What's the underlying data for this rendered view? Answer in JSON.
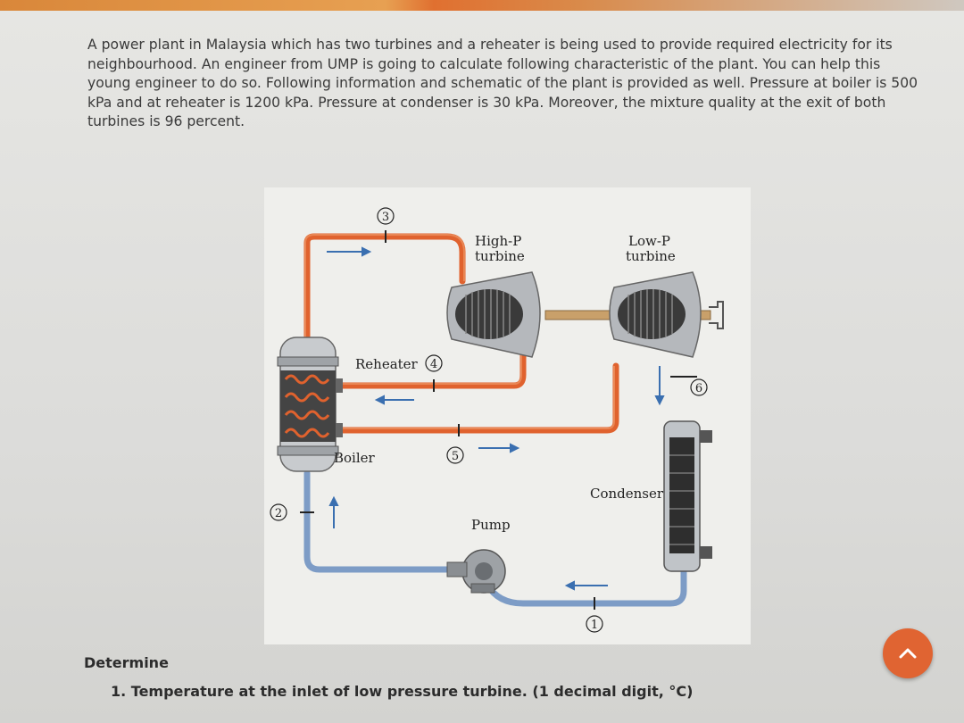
{
  "problem": {
    "paragraph": "A power plant in Malaysia which has two turbines and a reheater is being used to provide required electricity for its neighbourhood. An engineer from UMP is going to calculate following characteristic of the plant. You can help this young engineer to do so. Following information and schematic of the plant is provided as well. Pressure at boiler is 500 kPa and at reheater is 1200 kPa. Pressure at condenser is 30 kPa. Moreover, the mixture quality at the exit of both turbines is 96 percent."
  },
  "diagram": {
    "labels": {
      "hp_turbine_line1": "High-P",
      "hp_turbine_line2": "turbine",
      "lp_turbine_line1": "Low-P",
      "lp_turbine_line2": "turbine",
      "reheater": "Reheater",
      "boiler": "Boiler",
      "condenser": "Condenser",
      "pump": "Pump"
    },
    "states": [
      "1",
      "2",
      "3",
      "4",
      "5",
      "6"
    ],
    "colors": {
      "hot_pipe": "#e0622e",
      "cold_pipe": "#7d9cc6"
    }
  },
  "heading": "Determine",
  "question": "1. Temperature at the inlet of low pressure turbine. (1 decimal digit, °C)",
  "scroll_icon": "chevron-up-icon"
}
